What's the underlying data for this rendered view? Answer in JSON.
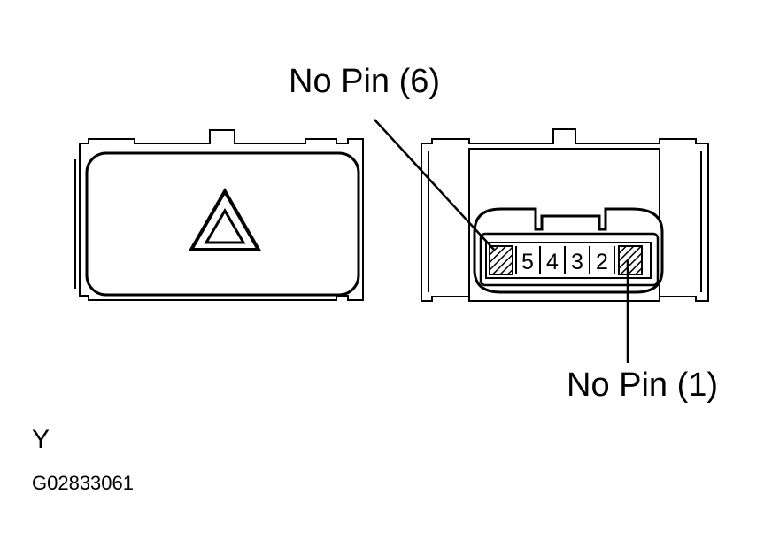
{
  "labels": {
    "no_pin_top": "No Pin (6)",
    "no_pin_bottom": "No Pin (1)",
    "view_letter": "Y",
    "figure_code": "G02833061"
  },
  "connector": {
    "pins": [
      "5",
      "4",
      "3",
      "2"
    ]
  },
  "icons": {
    "switch_face": "hazard-triangle-icon"
  },
  "colors": {
    "line": "#000000",
    "background": "#ffffff"
  }
}
